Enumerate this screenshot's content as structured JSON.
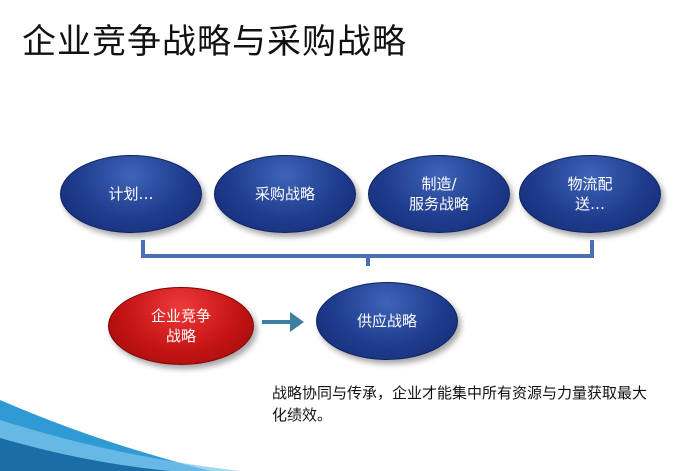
{
  "slide": {
    "title": "企业竞争战略与采购战略",
    "top_row": [
      {
        "label": "计划…"
      },
      {
        "label": "采购战略"
      },
      {
        "label": "制造/\n服务战略"
      },
      {
        "label": "物流配\n送…"
      }
    ],
    "source": {
      "label": "企业竞争\n战略"
    },
    "target": {
      "label": "供应战略"
    },
    "note": "战略协同与传承，企业才能集中所有资源与力量获取最大化绩效。",
    "colors": {
      "oval_blue": "#1e3c8e",
      "oval_red": "#c41414",
      "bracket": "#4a6fb5",
      "arrow": "#3d7fa0",
      "wave_blue": "#1a8fd0"
    }
  }
}
